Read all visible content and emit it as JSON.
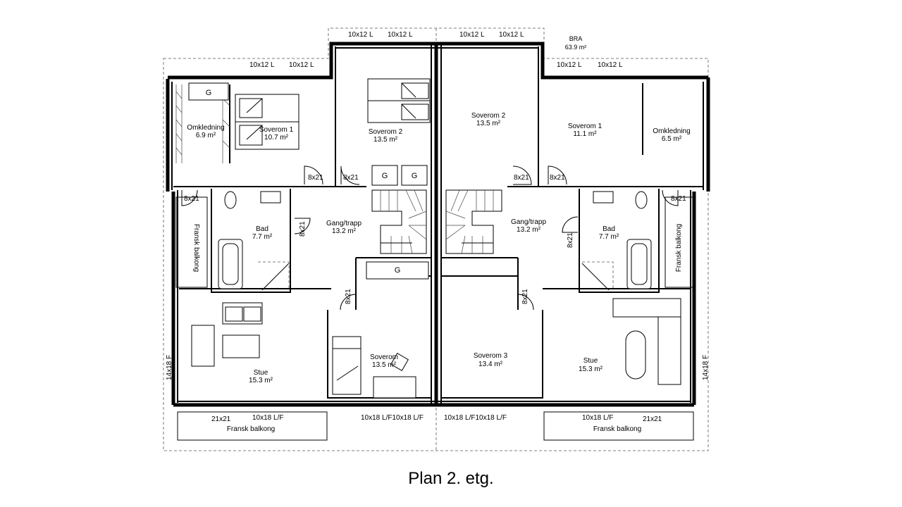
{
  "caption": "Plan 2. etg.",
  "bra": {
    "label": "BRA",
    "value": "63.9 m²"
  },
  "rooms": {
    "omkledning_left": {
      "name": "Omkledning",
      "area": "6.9 m²"
    },
    "soverom1_left": {
      "name": "Soverom 1",
      "area": "10.7 m²"
    },
    "soverom2_left": {
      "name": "Soverom 2",
      "area": "13.5 m²"
    },
    "soverom2_right": {
      "name": "Soverom 2",
      "area": "13.5 m²"
    },
    "soverom1_right": {
      "name": "Soverom 1",
      "area": "11.1 m²"
    },
    "omkledning_right": {
      "name": "Omkledning",
      "area": "6.5 m²"
    },
    "bad_left": {
      "name": "Bad",
      "area": "7.7 m²"
    },
    "gang_left": {
      "name": "Gang/trapp",
      "area": "13.2 m²"
    },
    "gang_right": {
      "name": "Gang/trapp",
      "area": "13.2 m²"
    },
    "bad_right": {
      "name": "Bad",
      "area": "7.7 m²"
    },
    "stue_left": {
      "name": "Stue",
      "area": "15.3 m²"
    },
    "soverom_mid": {
      "name": "Soverom",
      "area": "13.5 m²"
    },
    "soverom3": {
      "name": "Soverom 3",
      "area": "13.4 m²"
    },
    "stue_right": {
      "name": "Stue",
      "area": "15.3 m²"
    }
  },
  "balconies": {
    "fransk": "Fransk balkong"
  },
  "windows": {
    "w10x12": "10x12 L",
    "w10x18": "10x18 L/F",
    "w10x18_pair": "10x18 L/F10x18 L/F",
    "w14x18": "14x18 F"
  },
  "doors": {
    "d8x21": "8x21",
    "d21x21": "21x21"
  },
  "fixtures": {
    "g": "G"
  }
}
